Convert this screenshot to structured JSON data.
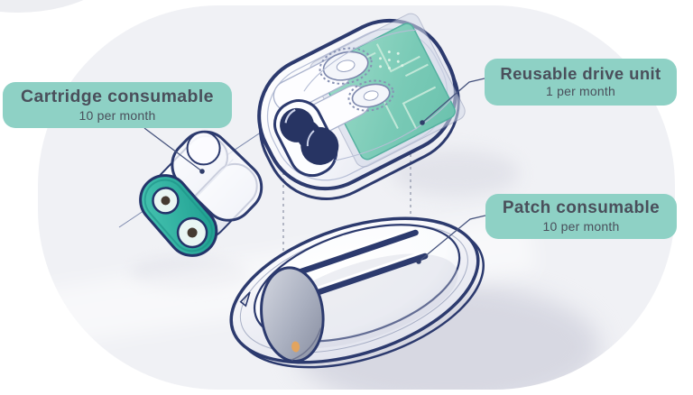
{
  "callouts": {
    "cartridge": {
      "title": "Cartridge consumable",
      "subtitle": "10 per month"
    },
    "drive_unit": {
      "title": "Reusable drive unit",
      "subtitle": "1 per month"
    },
    "patch": {
      "title": "Patch consumable",
      "subtitle": "10 per month"
    }
  },
  "colors": {
    "callout_bg": "#8ed1c5",
    "callout_text": "#4a4f5b",
    "outline_navy": "#2c3a6e",
    "cavity_navy": "#273463",
    "pcb_green": "#82cfba",
    "pcb_trace": "#c9ebdc",
    "cartridge_teal": "#2bb3a3",
    "flap_gray": "#aab0c0",
    "accent_orange": "#e2a45e",
    "background_blob": "#f0f1f5",
    "shadow_gray": "#d7d8e2"
  }
}
